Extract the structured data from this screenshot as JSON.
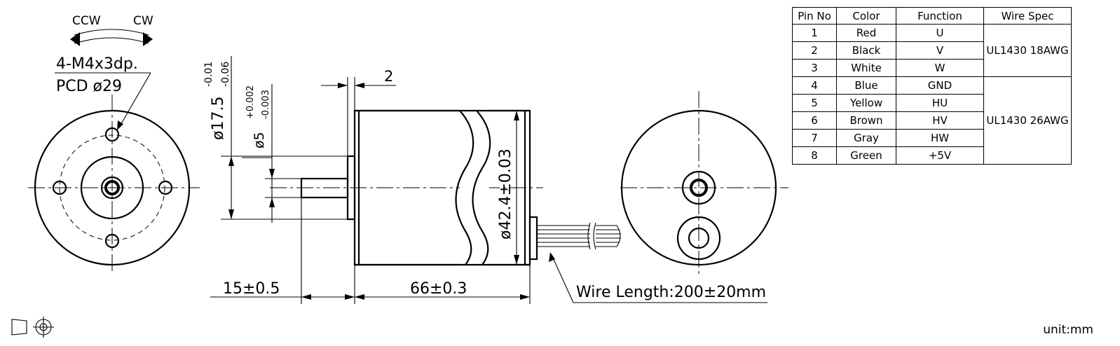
{
  "front_view": {
    "rotation_ccw": "CCW",
    "rotation_cw": "CW",
    "hole_note_1": "4-M4x3dp.",
    "hole_note_2": "PCD ø29"
  },
  "side_view": {
    "dim_dia_boss": "ø17.5",
    "dim_dia_boss_tol_upper": "-0.01",
    "dim_dia_boss_tol_lower": "-0.06",
    "dim_dia_shaft": "ø5",
    "dim_dia_shaft_tol_upper": "+0.002",
    "dim_dia_shaft_tol_lower": "-0.003",
    "dim_boss_length": "2",
    "dim_body_dia": "ø42.4±0.03",
    "dim_shaft_length": "15±0.5",
    "dim_body_length": "66±0.3",
    "wire_length": "Wire Length:200±20mm"
  },
  "pin_table": {
    "headers": [
      "Pin No",
      "Color",
      "Function",
      "Wire Spec"
    ],
    "rows": [
      {
        "pin": "1",
        "color": "Red",
        "function": "U"
      },
      {
        "pin": "2",
        "color": "Black",
        "function": "V"
      },
      {
        "pin": "3",
        "color": "White",
        "function": "W"
      },
      {
        "pin": "4",
        "color": "Blue",
        "function": "GND"
      },
      {
        "pin": "5",
        "color": "Yellow",
        "function": "HU"
      },
      {
        "pin": "6",
        "color": "Brown",
        "function": "HV"
      },
      {
        "pin": "7",
        "color": "Gray",
        "function": "HW"
      },
      {
        "pin": "8",
        "color": "Green",
        "function": "+5V"
      }
    ],
    "wire_spec_power": "UL1430  18AWG",
    "wire_spec_signal": "UL1430  26AWG"
  },
  "unit_label": "unit:mm"
}
